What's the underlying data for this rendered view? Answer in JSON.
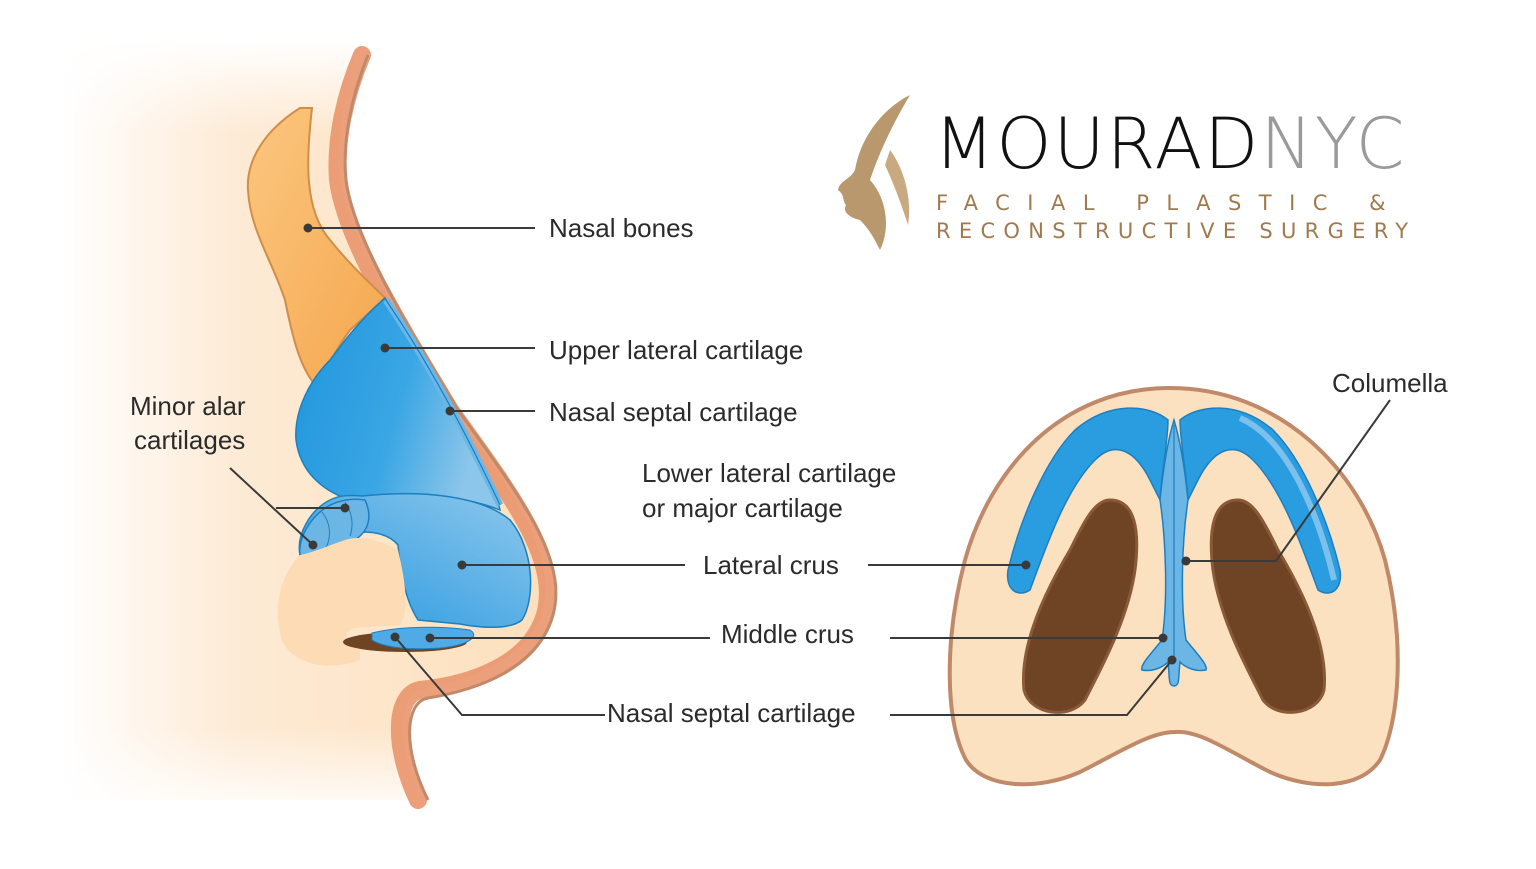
{
  "brand": {
    "name_primary": "MOURAD",
    "name_secondary": "NYC",
    "tagline_line1": "FACIAL PLASTIC &",
    "tagline_line2": "RECONSTRUCTIVE SURGERY",
    "colors": {
      "primary": "#111111",
      "secondary": "#9a9a9a",
      "gold": "#a07a4e"
    }
  },
  "side_view": {
    "labels": {
      "nasal_bones": "Nasal bones",
      "upper_lateral_cartilage": "Upper lateral cartilage",
      "nasal_septal_cartilage": "Nasal septal cartilage",
      "minor_alar_line1": "Minor alar",
      "minor_alar_line2": "cartilages",
      "lower_lateral_line1": "Lower lateral cartilage",
      "lower_lateral_line2": "or major cartilage",
      "lateral_crus": "Lateral crus",
      "middle_crus": "Middle crus",
      "nasal_septal_cartilage_bottom": "Nasal septal cartilage"
    }
  },
  "base_view": {
    "labels": {
      "columella": "Columella"
    }
  },
  "colors": {
    "skin": "#fde3c2",
    "skin_outline": "#c08a6a",
    "bone": "#f7b566",
    "cartilage": "#2ea0e2",
    "cartilage_light": "#8cc8ee",
    "nostril": "#6e4424",
    "leader_line": "#3a3a3a"
  }
}
